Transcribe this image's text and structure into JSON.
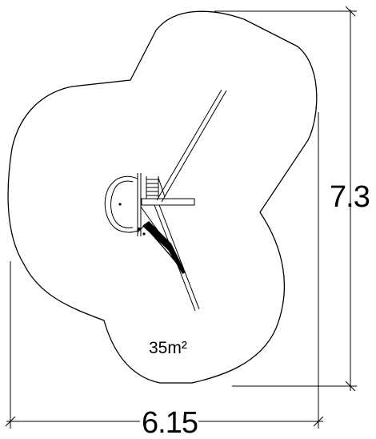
{
  "plan": {
    "area_label": "35m²",
    "dimension_width": "6.15",
    "dimension_height": "7.3"
  }
}
